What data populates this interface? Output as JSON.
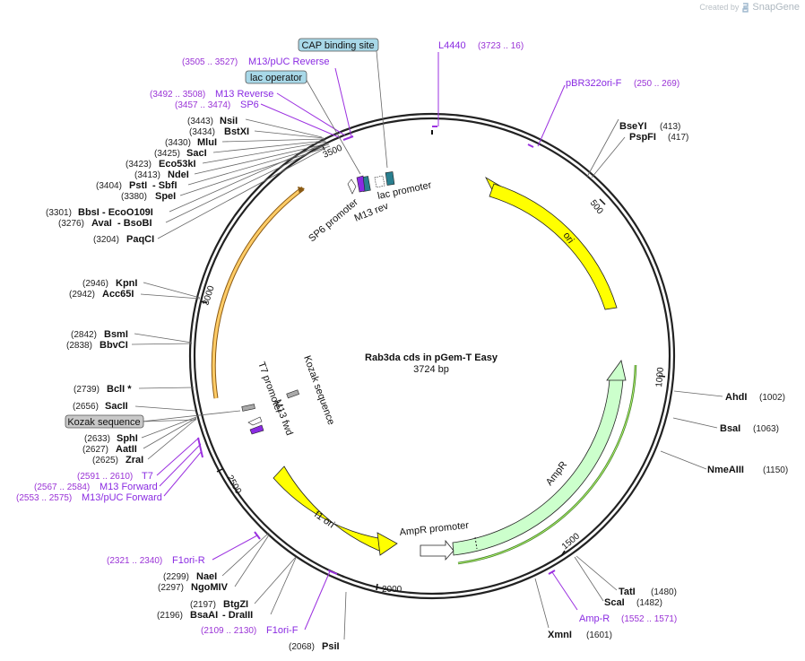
{
  "watermark": {
    "prefix": "Created by",
    "brand": "SnapGene"
  },
  "map": {
    "name": "Rab3da cds in pGem-T Easy",
    "length_label": "3724 bp",
    "tick_labels": [
      "500",
      "1000",
      "1500",
      "2000",
      "2500",
      "3000",
      "3500"
    ]
  },
  "enzymes_right": [
    {
      "name": "BseYI",
      "pos": "(413)"
    },
    {
      "name": "PspFI",
      "pos": "(417)"
    },
    {
      "name": "AhdI",
      "pos": "(1002)"
    },
    {
      "name": "BsaI",
      "pos": "(1063)"
    },
    {
      "name": "NmeAIII",
      "pos": "(1150)"
    },
    {
      "name": "TatI",
      "pos": "(1480)"
    },
    {
      "name": "ScaI",
      "pos": "(1482)"
    },
    {
      "name": "XmnI",
      "pos": "(1601)"
    }
  ],
  "enzymes_left": [
    {
      "name": "NsiI",
      "pos": "(3443)"
    },
    {
      "name": "BstXI",
      "pos": "(3434)"
    },
    {
      "name": "MluI",
      "pos": "(3430)"
    },
    {
      "name": "SacI",
      "pos": "(3425)"
    },
    {
      "name": "Eco53kI",
      "pos": "(3423)"
    },
    {
      "name": "NdeI",
      "pos": "(3413)"
    },
    {
      "name": "PstI",
      "name2": " - SbfI",
      "pos": "(3404)"
    },
    {
      "name": "SpeI",
      "pos": "(3380)"
    },
    {
      "name": "BbsI",
      "name2": " - EcoO109I",
      "pos": "(3301)"
    },
    {
      "name": "AvaI",
      "name2": " - BsoBI",
      "pos": "(3276)"
    },
    {
      "name": "PaqCI",
      "pos": "(3204)"
    },
    {
      "name": "KpnI",
      "pos": "(2946)"
    },
    {
      "name": "Acc65I",
      "pos": "(2942)"
    },
    {
      "name": "BsmI",
      "pos": "(2842)"
    },
    {
      "name": "BbvCI",
      "pos": "(2838)"
    },
    {
      "name": "BclI *",
      "pos": "(2739)"
    },
    {
      "name": "SacII",
      "pos": "(2656)"
    },
    {
      "name": "SphI",
      "pos": "(2633)"
    },
    {
      "name": "AatII",
      "pos": "(2627)"
    },
    {
      "name": "ZraI",
      "pos": "(2625)"
    }
  ],
  "enzymes_bottom": [
    {
      "name": "NaeI",
      "pos": "(2299)"
    },
    {
      "name": "NgoMIV",
      "pos": "(2297)"
    },
    {
      "name": "BtgZI",
      "pos": "(2197)"
    },
    {
      "name": "BsaAI",
      "name2": " - DraIII",
      "pos": "(2196)"
    },
    {
      "name": "PsiI",
      "pos": "(2068)"
    }
  ],
  "primers": [
    {
      "name": "L4440",
      "pos": "(3723 .. 16)"
    },
    {
      "name": "pBR322ori-F",
      "pos": "(250 .. 269)"
    },
    {
      "name": "M13/pUC Reverse",
      "pos": "(3505 .. 3527)"
    },
    {
      "name": "M13 Reverse",
      "pos": "(3492 .. 3508)"
    },
    {
      "name": "SP6",
      "pos": "(3457 .. 3474)"
    },
    {
      "name": "T7",
      "pos": "(2591 .. 2610)"
    },
    {
      "name": "M13 Forward",
      "pos": "(2567 .. 2584)"
    },
    {
      "name": "M13/pUC Forward",
      "pos": "(2553 .. 2575)"
    },
    {
      "name": "F1ori-R",
      "pos": "(2321 .. 2340)"
    },
    {
      "name": "F1ori-F",
      "pos": "(2109 .. 2130)"
    },
    {
      "name": "Amp-R",
      "pos": "(1552 .. 1571)"
    }
  ],
  "boxed_features": [
    {
      "label": "CAP binding site",
      "color": "#a8d8e8"
    },
    {
      "label": "lac operator",
      "color": "#a8d8e8"
    },
    {
      "label": "Kozak sequence",
      "color": "#c8c8c8"
    }
  ],
  "features": {
    "ori": "ori",
    "ampr": "AmpR",
    "ampr_promoter": "AmpR promoter",
    "f1_ori": "f1 ori",
    "lac_promoter": "lac promoter",
    "m13_rev": "M13 rev",
    "sp6_promoter": "SP6 promoter",
    "t7_promoter": "T7 promoter",
    "m13_fwd": "M13 fwd",
    "kozak": "Kozak sequence"
  },
  "colors": {
    "ori": "#ffff00",
    "ampr": "#ccffcc",
    "orf": "#ffcc66",
    "primer": "#9b30e0",
    "cap": "#2a7f8f",
    "promoter_m13": "#8a2be2"
  }
}
